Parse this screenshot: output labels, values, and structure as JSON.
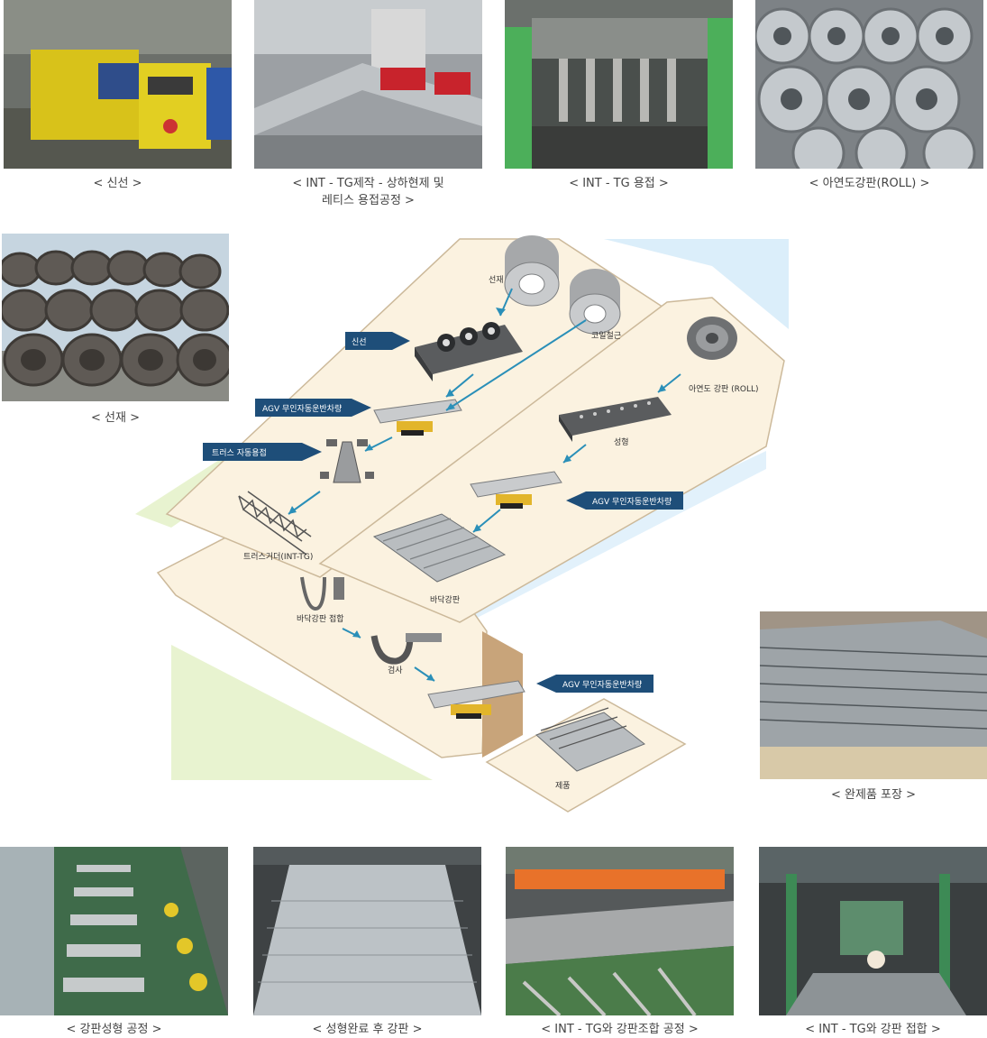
{
  "top_photos": [
    {
      "caption": "< 신선 >"
    },
    {
      "caption_line1": "< INT - TG제작 - 상하현제 및",
      "caption_line2": "레티스 용접공정 >"
    },
    {
      "caption": "< INT - TG 용접 >"
    },
    {
      "caption": "< 아연도강판(ROLL) >"
    }
  ],
  "left_photo": {
    "caption": "< 선재 >"
  },
  "right_photo": {
    "caption": "< 완제품 포장 >"
  },
  "bottom_photos": [
    {
      "caption": "< 강판성형 공정 >"
    },
    {
      "caption": "< 성형완료 후 강판 >"
    },
    {
      "caption": "< INT - TG와 강판조합 공정 >"
    },
    {
      "caption": "< INT - TG와 강판 접합 >"
    }
  ],
  "diagram": {
    "labels": {
      "wire": "선재",
      "coil_rebar": "코일철근",
      "galv_roll": "아연도 강판 (ROLL)",
      "forming": "성형",
      "deck_plate": "바닥강판",
      "truss_girder": "트러스거더(INT-TG)",
      "deck_join": "바닥강판 접합",
      "inspection": "검사",
      "product": "제품"
    },
    "tags": {
      "wire_drawing": "신선",
      "agv1": "AGV 무인자동운반차량",
      "truss_weld": "트러스 자동용접",
      "agv2": "AGV 무인자동운반차량",
      "agv3": "AGV 무인자동운반차량"
    }
  },
  "colors": {
    "floor": "#fbf2e0",
    "floor_edge": "#ccb99a",
    "wall": "#c8a47a",
    "tag": "#1e4e79",
    "arrow": "#2a8fb8",
    "accent_green": "#e8f3d0",
    "accent_blue": "#dbeefa"
  }
}
